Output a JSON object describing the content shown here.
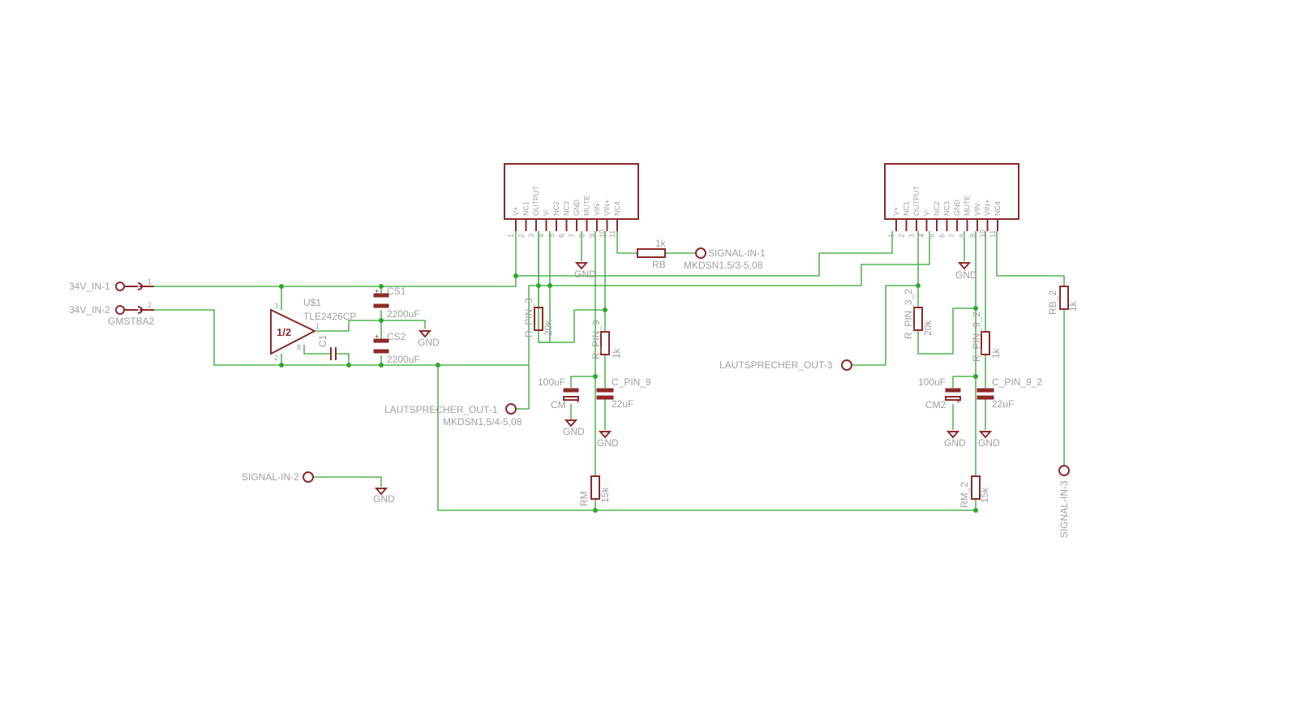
{
  "ic1": {
    "pin_names": [
      "V+",
      "NC1",
      "OUTPUT",
      "V-",
      "NC2",
      "NC3",
      "GND",
      "MUTE",
      "VIN-",
      "VIN+",
      "NC4"
    ],
    "pin_numbers": [
      "1",
      "2",
      "3",
      "4",
      "5",
      "6",
      "7",
      "8",
      "9",
      "10",
      "11"
    ]
  },
  "ic2": {
    "pin_names": [
      "V+",
      "NC1",
      "OUTPUT",
      "V-",
      "NC2",
      "NC3",
      "GND",
      "MUTE",
      "VIN-",
      "VIN+",
      "NC4"
    ],
    "pin_numbers": [
      "1",
      "2",
      "3",
      "4",
      "5",
      "6",
      "7",
      "8",
      "9",
      "10",
      "11"
    ]
  },
  "labels": {
    "in1": "34V_IN-1",
    "in2": "34V_IN-2",
    "gmstba2": "GMSTBA2",
    "gmst_pin1": "1",
    "gmst_pin2": "2",
    "u1": "U$1",
    "u1_value": "TLE2426CP",
    "u1_symbol": "1/2",
    "u1_pin3": "3",
    "u1_pin2": "2",
    "u1_pin1": "1",
    "u1_pin8": "8",
    "c1": "C1",
    "cs1": "CS1",
    "cs1_value": "2200uF",
    "cs2": "CS2",
    "cs2_value": "2200uF",
    "gnd": "GND",
    "rb_value": "1k",
    "rb": "RB",
    "signal_in_1": "SIGNAL-IN-1",
    "mkdsn_3": "MKDSN1,5/3-5,08",
    "r_pin_3": "R_PIN_3",
    "r_pin_3_value": "20k",
    "r_pin_9": "R_PIN_9",
    "r_pin_9_value": "1k",
    "cm_value": "100uF",
    "cm": "CM",
    "c_pin_9": "C_PIN_9",
    "c_pin_9_value": "22uF",
    "lautsprecher_out_1": "LAUTSPRECHER_OUT-1",
    "mkdsn_4": "MKDSN1,5/4-5,08",
    "signal_in_2": "SIGNAL-IN-2",
    "rm": "RM",
    "rm_value": "15k",
    "r_pin_3_2": "R_PIN_3_2",
    "r_pin_3_2_value": "20k",
    "r_pin_9_2": "R_PIN_9_2",
    "r_pin_9_2_value": "1k",
    "lautsprecher_out_3": "LAUTSPRECHER_OUT-3",
    "cm2_value": "100uF",
    "cm2": "CM2",
    "c_pin_9_2": "C_PIN_9_2",
    "c_pin_9_2_value": "22uF",
    "rm_2": "RM_2",
    "rm_2_value": "15k",
    "rb_2": "RB_2",
    "rb_2_value": "1k",
    "signal_in_3": "SIGNAL-IN-3",
    "plus": "+"
  },
  "colors": {
    "wire": "#2ea82e",
    "symbol": "#8c2a2a",
    "text": "#a0a0a0",
    "background": "#ffffff"
  }
}
